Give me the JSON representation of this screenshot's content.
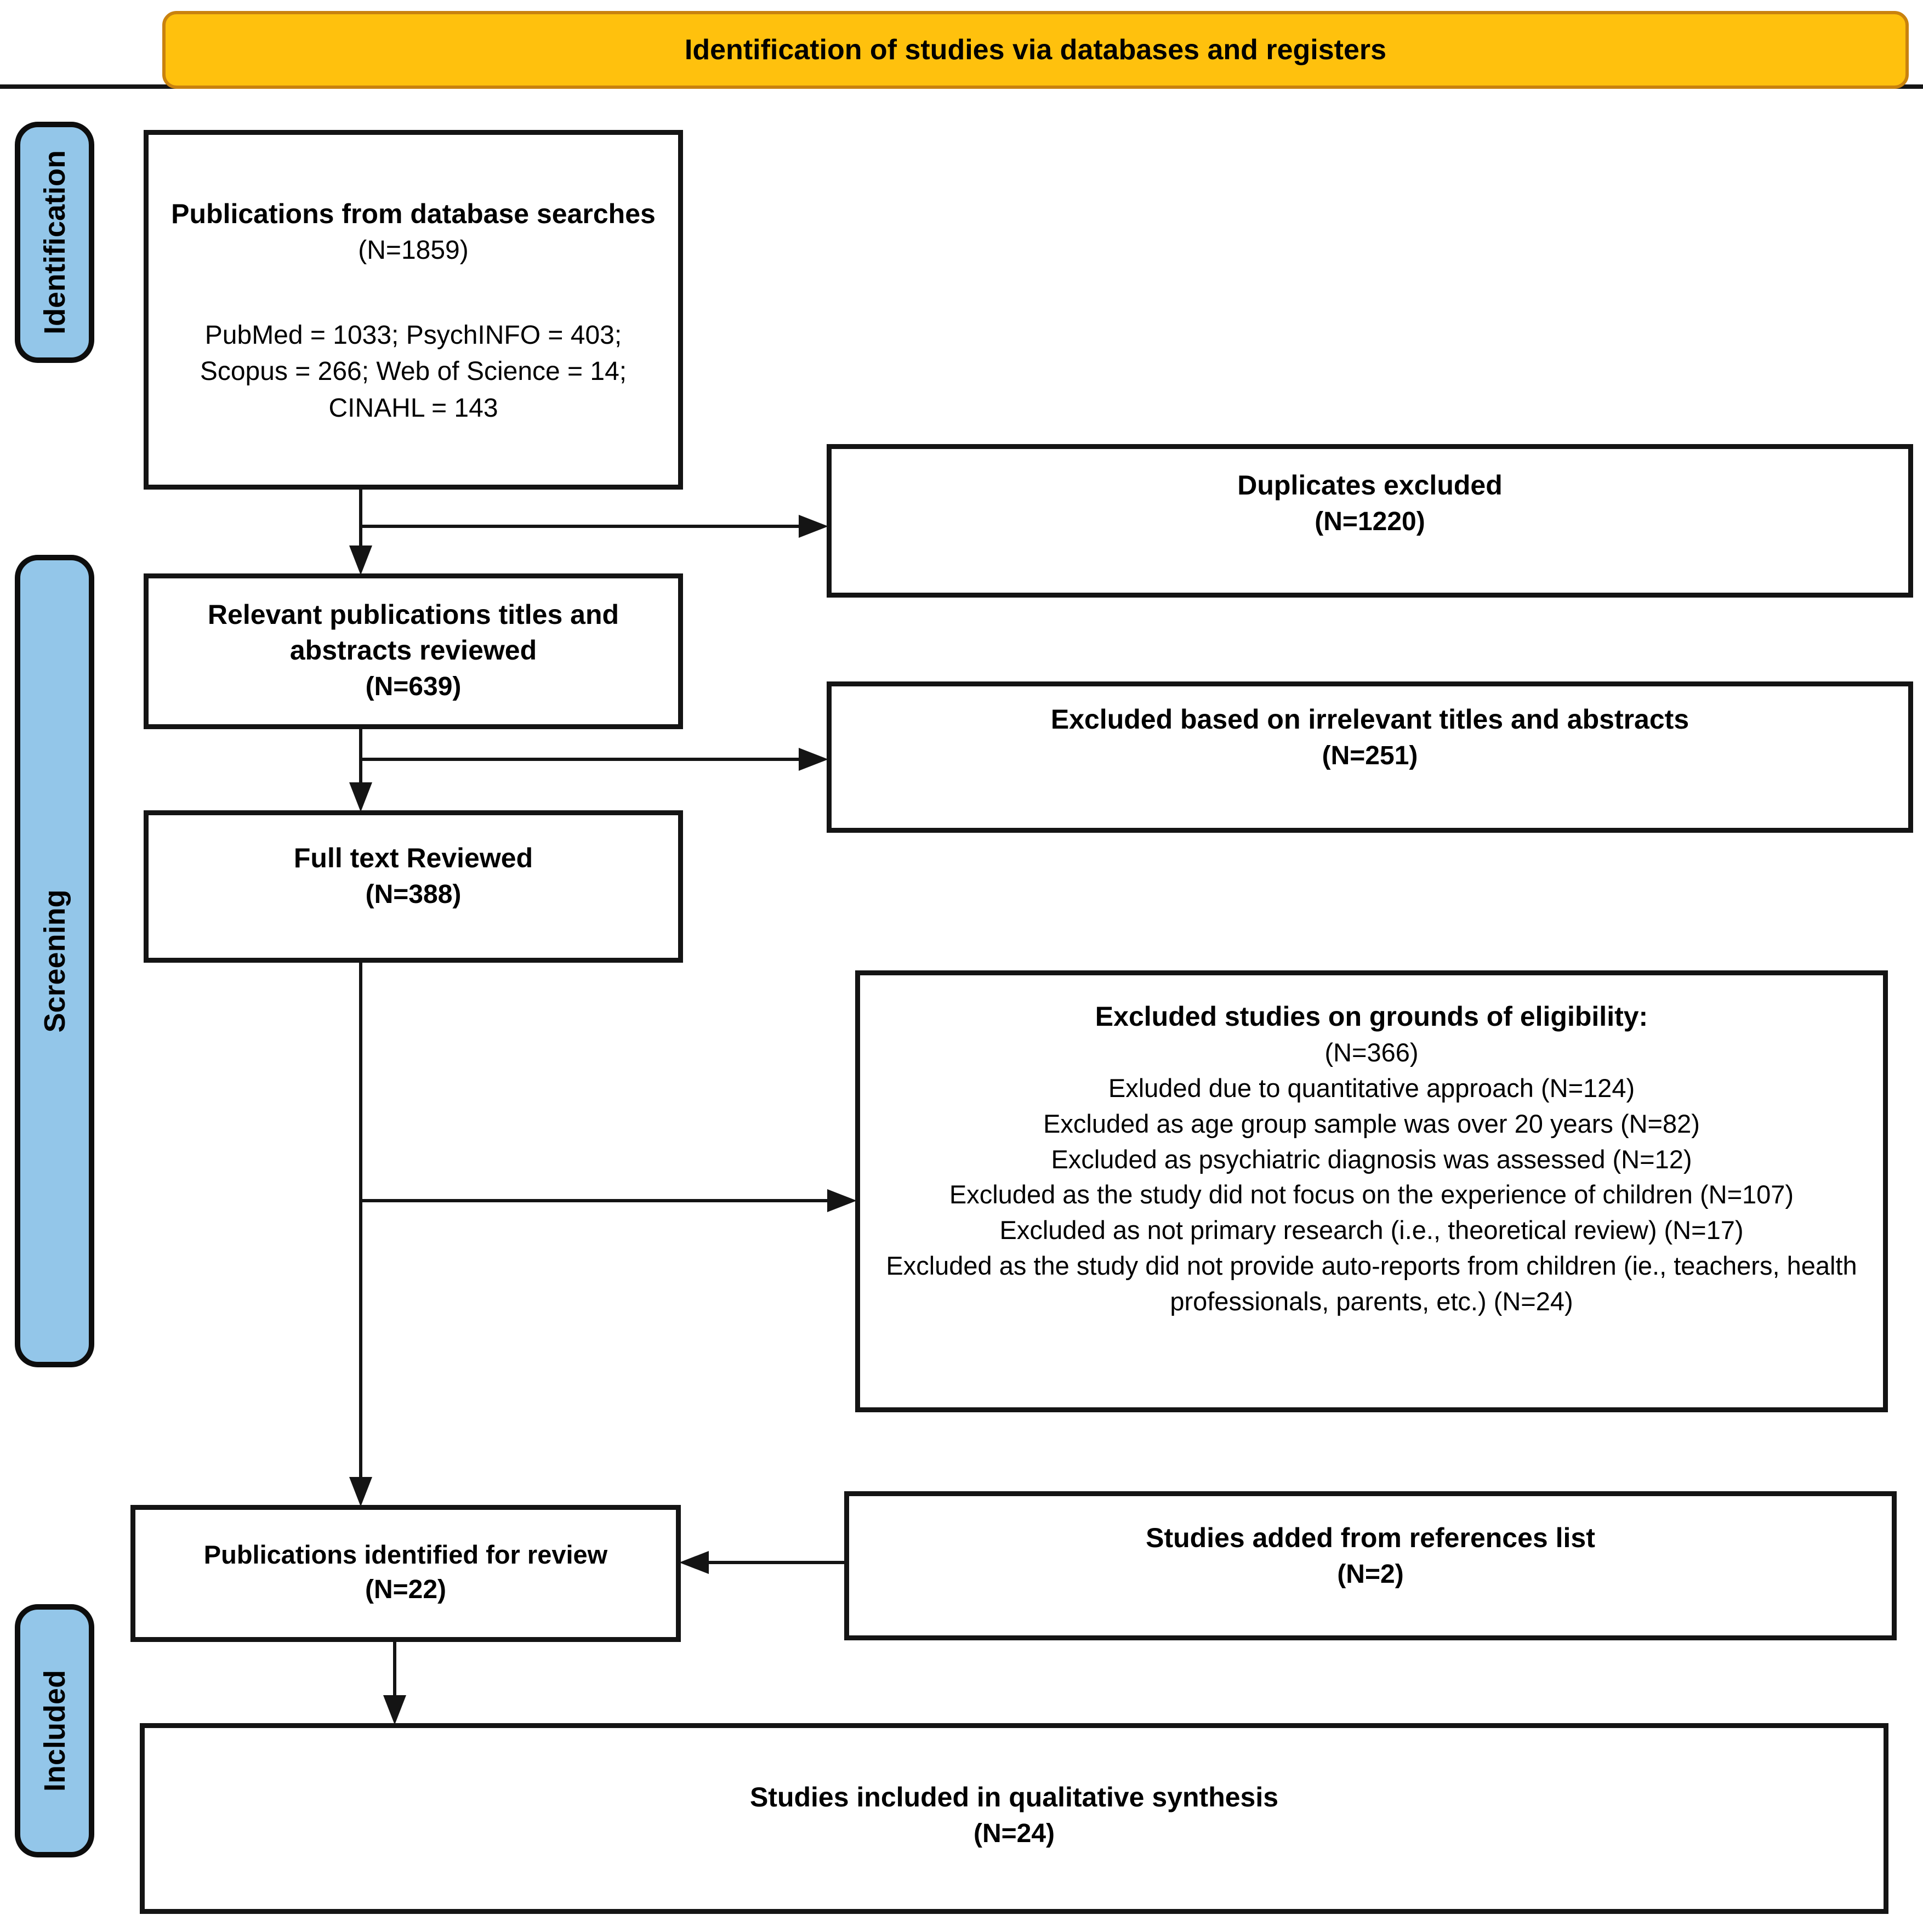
{
  "banner": {
    "label": "Identification of studies via databases and registers"
  },
  "sidebar": {
    "stages": [
      {
        "label": "Identification"
      },
      {
        "label": "Screening"
      },
      {
        "label": "Included"
      }
    ]
  },
  "boxes": {
    "db_search": {
      "title": "Publications from database searches",
      "n": "(N=1859)",
      "detail": "PubMed = 1033; PsychINFO = 403; Scopus = 266; Web of Science = 14; CINAHL = 143"
    },
    "duplicates": {
      "title": "Duplicates excluded",
      "n": "(N=1220)"
    },
    "titles_abstracts": {
      "title": "Relevant publications titles and abstracts reviewed",
      "n": "(N=639)"
    },
    "excluded_irrelevant": {
      "title": "Excluded based on irrelevant titles and abstracts",
      "n": "(N=251)"
    },
    "full_text": {
      "title": "Full text Reviewed",
      "n": "(N=388)"
    },
    "eligibility": {
      "title": "Excluded studies on grounds of eligibility:",
      "n": "(N=366)",
      "reasons": [
        "Exluded due to quantitative approach (N=124)",
        "Excluded as age group sample was over 20 years (N=82)",
        "Excluded as psychiatric diagnosis was assessed (N=12)",
        "Excluded as the study did not focus on the experience of children (N=107)",
        "Excluded as not primary research (i.e., theoretical review) (N=17)",
        "Excluded as the study did not provide auto-reports from children (ie., teachers, health professionals, parents, etc.) (N=24)"
      ]
    },
    "identified": {
      "title": "Publications identified for review",
      "n": "(N=22)"
    },
    "references": {
      "title": "Studies added from references list",
      "n": "(N=2)"
    },
    "included": {
      "title": "Studies included in qualitative synthesis",
      "n": "(N=24)"
    }
  },
  "colors": {
    "banner_fill": "#FFC10D",
    "banner_border": "#C9820E",
    "stage_fill": "#93C6E9",
    "box_border": "#141414"
  }
}
